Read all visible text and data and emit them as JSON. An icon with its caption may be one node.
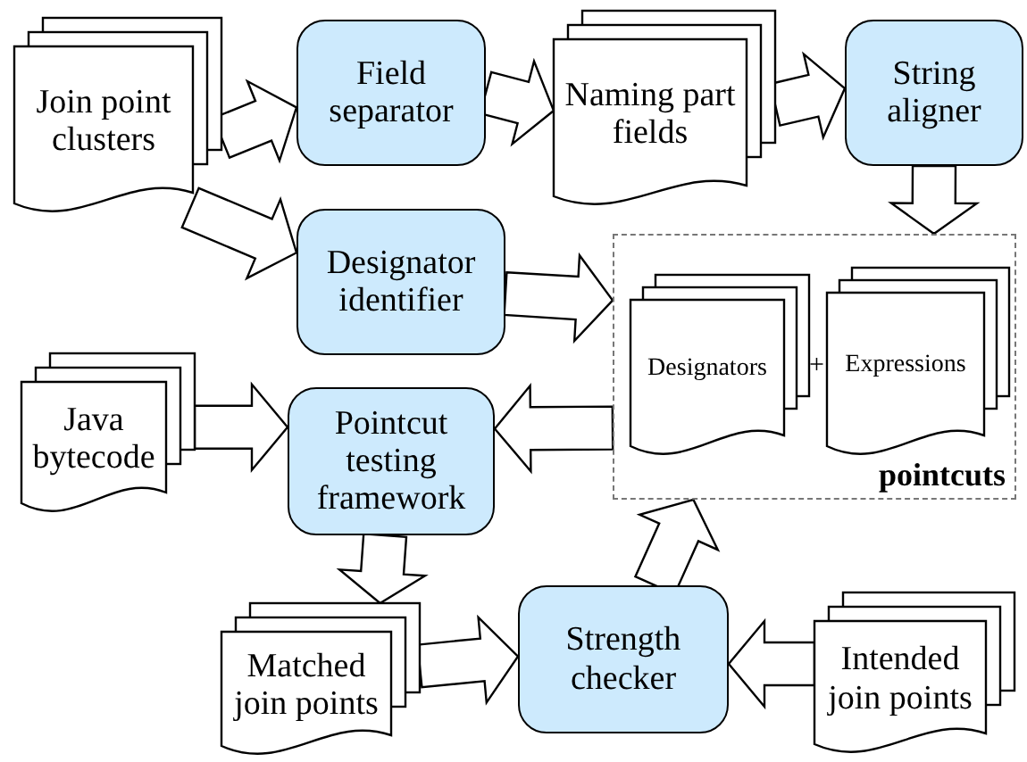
{
  "diagram": {
    "nodes": [
      {
        "text": [
          "Join point clusters"
        ]
      },
      {
        "text": [
          "Field separator"
        ]
      },
      {
        "text": [
          "Naming part fields"
        ]
      },
      {
        "text": [
          "String aligner"
        ]
      },
      {
        "text": [
          "Designator identifier"
        ]
      },
      {
        "text": [
          "pointcuts"
        ]
      },
      {
        "text": [
          "Designators"
        ],
        "in": 5
      },
      {
        "text": [
          "Expressions"
        ],
        "in": 5
      },
      {
        "text": [
          "Java bytecode"
        ]
      },
      {
        "text": [
          "Pointcut testing framework"
        ]
      },
      {
        "text": [
          "Matched join points"
        ]
      },
      {
        "text": [
          "Strength checker"
        ]
      },
      {
        "text": [
          "Intended join points"
        ]
      }
    ],
    "edges": [
      {
        "from": 0,
        "to": 1,
        "arrow": "to"
      },
      {
        "from": 1,
        "to": 2,
        "arrow": "to"
      },
      {
        "from": 2,
        "to": 3,
        "arrow": "to"
      },
      {
        "from": 0,
        "to": 4,
        "arrow": "to"
      },
      {
        "from": 3,
        "to": 5,
        "arrow": "to"
      },
      {
        "from": 4,
        "to": 5,
        "arrow": "to"
      },
      {
        "from": 8,
        "to": 9,
        "arrow": "to"
      },
      {
        "from": 5,
        "to": 9,
        "arrow": "to"
      },
      {
        "from": 9,
        "to": 10,
        "arrow": "to"
      },
      {
        "from": 10,
        "to": 11,
        "arrow": "to"
      },
      {
        "from": 12,
        "to": 11,
        "arrow": "to"
      },
      {
        "from": 11,
        "to": 5,
        "arrow": "to"
      }
    ],
    "labels": [
      "+"
    ]
  }
}
